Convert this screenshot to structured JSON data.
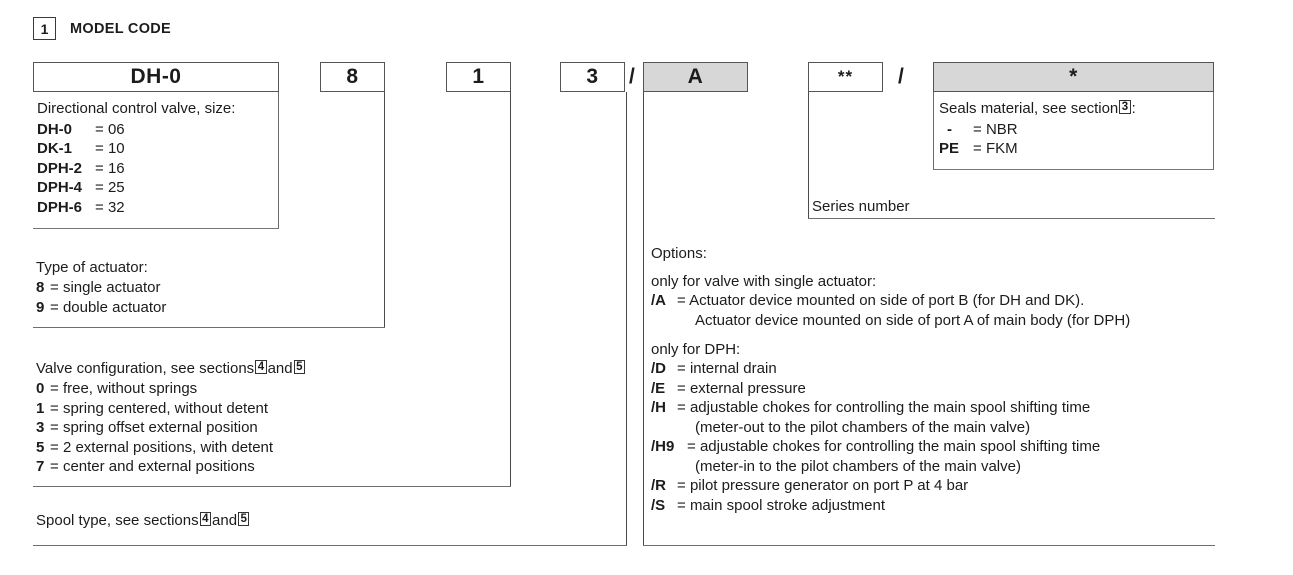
{
  "section": {
    "number": "1",
    "title": "MODEL CODE"
  },
  "code_boxes": [
    {
      "name": "model",
      "value": "DH-0",
      "shaded": false
    },
    {
      "name": "actuator",
      "value": "8",
      "shaded": false
    },
    {
      "name": "config",
      "value": "1",
      "shaded": false
    },
    {
      "name": "spool",
      "value": "3",
      "shaded": false
    },
    {
      "name": "options",
      "value": "A",
      "shaded": true
    },
    {
      "name": "series",
      "value": "**",
      "shaded": false
    },
    {
      "name": "seals",
      "value": "*",
      "shaded": true
    }
  ],
  "separators": {
    "slash": "/"
  },
  "size_legend": {
    "title": "Directional control valve, size:",
    "items": [
      {
        "key": "DH-0",
        "eq": "=",
        "value": "06"
      },
      {
        "key": "DK-1",
        "eq": "=",
        "value": "10"
      },
      {
        "key": "DPH-2",
        "eq": "=",
        "value": "16"
      },
      {
        "key": "DPH-4",
        "eq": "=",
        "value": "25"
      },
      {
        "key": "DPH-6",
        "eq": "=",
        "value": "32"
      }
    ]
  },
  "actuator_legend": {
    "title": "Type of actuator:",
    "items": [
      {
        "key": "8",
        "eq": "=",
        "value": "single actuator"
      },
      {
        "key": "9",
        "eq": "=",
        "value": "double actuator"
      }
    ]
  },
  "config_legend": {
    "title_pre": "Valve configuration, see sections",
    "ref_a": "4",
    "title_mid": "and",
    "ref_b": "5",
    "items": [
      {
        "key": "0",
        "eq": "=",
        "value": "free, without springs"
      },
      {
        "key": "1",
        "eq": "=",
        "value": "spring centered, without detent"
      },
      {
        "key": "3",
        "eq": "=",
        "value": "spring offset external position"
      },
      {
        "key": "5",
        "eq": "=",
        "value": "2 external positions, with detent"
      },
      {
        "key": "7",
        "eq": "=",
        "value": "center and external positions"
      }
    ]
  },
  "spool_legend": {
    "title_pre": "Spool type, see sections",
    "ref_a": "4",
    "title_mid": "and",
    "ref_b": "5"
  },
  "options_legend": {
    "title": "Options:",
    "group_single": "only for valve with single actuator:",
    "single_items": [
      {
        "key": "/A",
        "eq": "=",
        "value": "Actuator device mounted on side of port B (for DH and DK).",
        "cont": "Actuator device mounted on side of port A of main body (for DPH)"
      }
    ],
    "group_dph": "only for DPH:",
    "dph_items": [
      {
        "key": "/D",
        "eq": "=",
        "value": "internal drain",
        "cont": ""
      },
      {
        "key": "/E",
        "eq": "=",
        "value": "external pressure",
        "cont": ""
      },
      {
        "key": "/H",
        "eq": "=",
        "value": "adjustable chokes for controlling the main spool shifting time",
        "cont": "(meter-out to the pilot chambers of the main valve)"
      },
      {
        "key": "/H9",
        "eq": "=",
        "value": "adjustable chokes for controlling the main spool shifting time",
        "cont": "(meter-in to the pilot chambers of the main valve)"
      },
      {
        "key": "/R",
        "eq": "=",
        "value": "pilot pressure generator on port P at 4 bar",
        "cont": ""
      },
      {
        "key": "/S",
        "eq": "=",
        "value": "main spool stroke adjustment",
        "cont": ""
      }
    ]
  },
  "seals_legend": {
    "title_pre": "Seals material, see section",
    "ref": "3",
    "title_post": ":",
    "items": [
      {
        "key": "-",
        "eq": "=",
        "value": "NBR"
      },
      {
        "key": "PE",
        "eq": "=",
        "value": "FKM"
      }
    ]
  },
  "series_legend": {
    "label": "Series number"
  },
  "colors": {
    "shaded_box": "#d7d7d7",
    "line": "#6e6e6e",
    "text": "#1c1c1c"
  }
}
